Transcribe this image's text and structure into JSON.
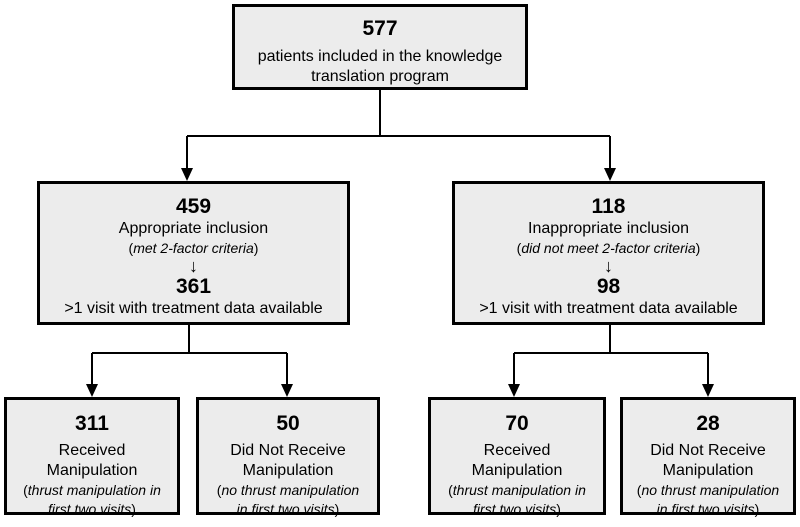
{
  "top": {
    "count": "577",
    "line1": "patients included in the knowledge",
    "line2": "translation program"
  },
  "left_group": {
    "count": "459",
    "label": "Appropriate inclusion",
    "criteria_open": "(",
    "criteria": "met 2-factor criteria",
    "criteria_close": ")",
    "arrow": "↓",
    "sub_count": "361",
    "sub_label": ">1 visit with treatment data available"
  },
  "right_group": {
    "count": "118",
    "label": "Inappropriate inclusion",
    "criteria_open": "(",
    "criteria": "did not meet 2-factor criteria",
    "criteria_close": ")",
    "arrow": "↓",
    "sub_count": "98",
    "sub_label": ">1 visit with treatment data available"
  },
  "leaves": [
    {
      "count": "311",
      "line1": "Received",
      "line2": "Manipulation",
      "note_open": "(",
      "note1": "thrust manipulation in",
      "note2": "first two visits",
      "note_close": ")"
    },
    {
      "count": "50",
      "line1": "Did Not Receive",
      "line2": "Manipulation",
      "note_open": "(",
      "note1": "no thrust manipulation",
      "note2": "in first two visits",
      "note_close": ")"
    },
    {
      "count": "70",
      "line1": "Received",
      "line2": "Manipulation",
      "note_open": "(",
      "note1": "thrust manipulation in",
      "note2": "first two visits",
      "note_close": ")"
    },
    {
      "count": "28",
      "line1": "Did Not Receive",
      "line2": "Manipulation",
      "note_open": "(",
      "note1": "no thrust manipulation",
      "note2": "in first two visits",
      "note_close": ")"
    }
  ]
}
